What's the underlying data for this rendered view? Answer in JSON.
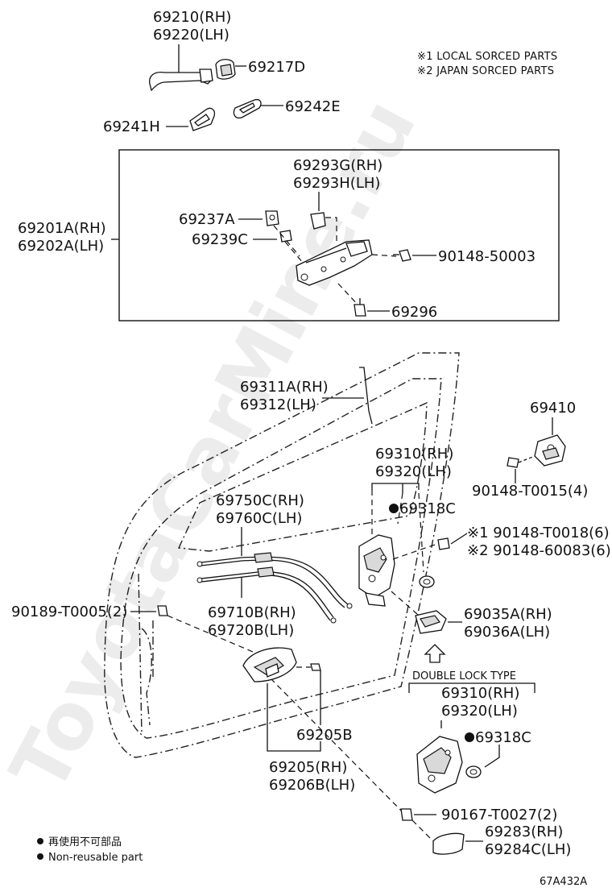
{
  "notes": {
    "local": "※1 LOCAL SORCED PARTS",
    "japan": "※2 JAPAN SORCED PARTS"
  },
  "labels": {
    "p69210": "69210(RH)",
    "p69220": "69220(LH)",
    "p69217D": "69217D",
    "p69241H": "69241H",
    "p69242E": "69242E",
    "p69293G": "69293G(RH)",
    "p69293H": "69293H(LH)",
    "p69201A": "69201A(RH)",
    "p69202A": "69202A(LH)",
    "p69237A": "69237A",
    "p69239C": "69239C",
    "p90148_50003": "90148-50003",
    "p69296": "69296",
    "p69311A": "69311A(RH)",
    "p69312": "69312(LH)",
    "p69410": "69410",
    "p69310": "69310(RH)",
    "p69320": "69320(LH)",
    "p90148_T0015": "90148-T0015(4)",
    "p69750C": "69750C(RH)",
    "p69760C": "69760C(LH)",
    "p69318C": "69318C",
    "p90148_T0018": "※1 90148-T0018(6)",
    "p90148_60083": "※2 90148-60083(6)",
    "p90189": "90189-T0005(2)",
    "p69710B": "69710B(RH)",
    "p69720B": "69720B(LH)",
    "p69035A": "69035A(RH)",
    "p69036A": "69036A(LH)",
    "double_lock": "DOUBLE LOCK TYPE",
    "p69310b": "69310(RH)",
    "p69320b": "69320(LH)",
    "p69318Cb": "69318C",
    "p69205B": "69205B",
    "p69205": "69205(RH)",
    "p69206B": "69206B(LH)",
    "p90167": "90167-T0027(2)",
    "p69283": "69283(RH)",
    "p69284C": "69284C(LH)"
  },
  "legend": {
    "cn": "再使用不可部品",
    "en": "Non-reusable part"
  },
  "figure_id": "67A432A",
  "watermark": "ToyotaCarMine.ru"
}
